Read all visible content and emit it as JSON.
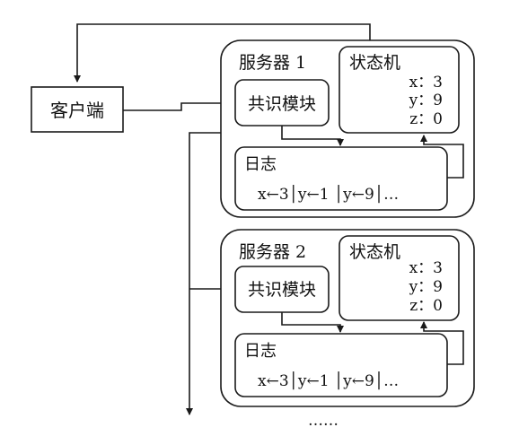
{
  "client": {
    "label": "客户端"
  },
  "servers": [
    {
      "title": "服务器 1",
      "consensus": "共识模块",
      "state_machine": {
        "title": "状态机",
        "values": [
          "x：3",
          "y：9",
          "z：0"
        ]
      },
      "log": {
        "title": "日志",
        "entries": "x←3│y←1 │y←9│…"
      }
    },
    {
      "title": "服务器 2",
      "consensus": "共识模块",
      "state_machine": {
        "title": "状态机",
        "values": [
          "x：3",
          "y：9",
          "z：0"
        ]
      },
      "log": {
        "title": "日志",
        "entries": "x←3│y←1 │y←9│…"
      }
    }
  ],
  "more": "……"
}
